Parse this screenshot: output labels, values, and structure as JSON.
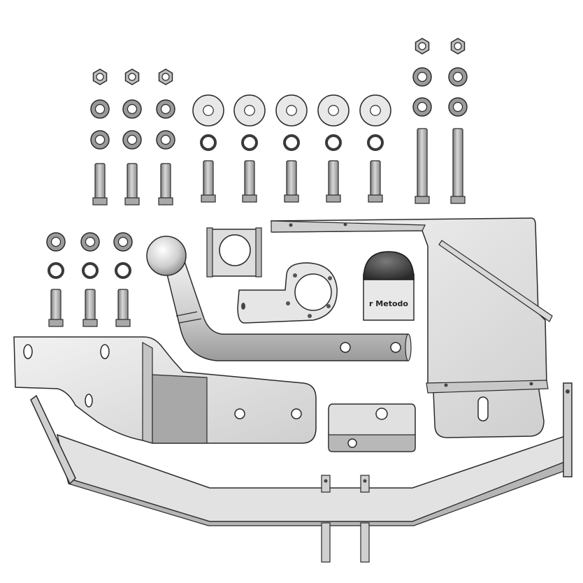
{
  "colors": {
    "background": "#ffffff",
    "part_light": "#e4e4e4",
    "part_mid": "#bdbdbd",
    "part_dark": "#8f8f8f",
    "outline": "#2a2a2a",
    "cap_top": "#3a3a3a"
  },
  "socket_cover": {
    "label": "r Metodo"
  },
  "parts": [
    "hex-nut",
    "washer",
    "spring-washer",
    "bolt",
    "long-bolt",
    "tow-ball-neck",
    "socket-mounting-plate",
    "socket-adapter-bracket",
    "socket-cover-cap",
    "left-side-bracket",
    "right-side-bracket",
    "u-channel-bracket",
    "main-crossbar",
    "center-mounting-lugs"
  ]
}
